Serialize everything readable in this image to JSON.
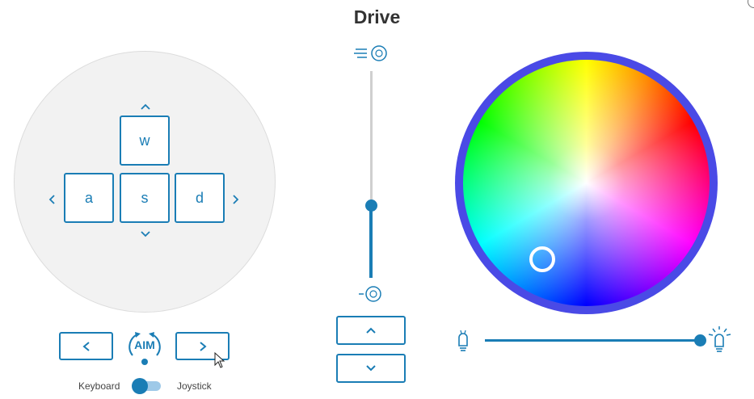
{
  "header": {
    "title": "Drive"
  },
  "drive_pad": {
    "keys": {
      "up": "w",
      "left": "a",
      "down": "s",
      "right": "d"
    }
  },
  "aim": {
    "label": "AIM"
  },
  "control_mode": {
    "left_label": "Keyboard",
    "right_label": "Joystick",
    "selected": "Keyboard"
  },
  "speed_slider": {
    "level": 0.35
  },
  "led": {
    "brightness": 1.0,
    "selected_color": "#3a1aff"
  },
  "colors": {
    "accent": "#1a7db5",
    "wheel_ring": "#4a4ae6"
  },
  "icons": {
    "speed_max": "fast-robot-icon",
    "speed_min": "slow-robot-icon",
    "brightness_low": "bulb-dim-icon",
    "brightness_high": "bulb-bright-icon"
  }
}
